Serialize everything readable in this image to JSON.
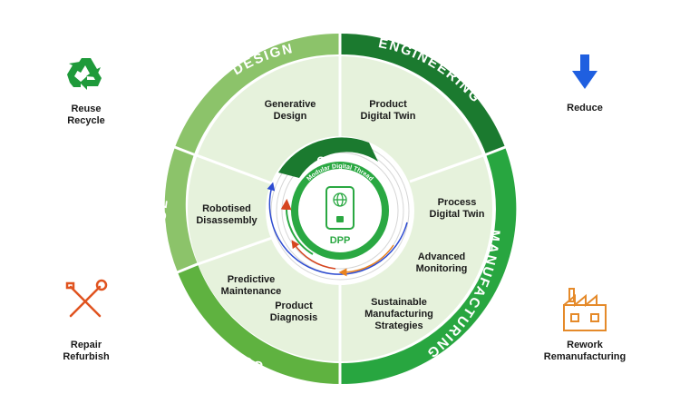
{
  "colors": {
    "design": "#8cc36a",
    "engineering": "#1b7a2f",
    "manufacturing": "#28a640",
    "use": "#5fb240",
    "eol": "#8cc36a",
    "segment_fill": "#e6f2dc",
    "inner_dark": "#1b7a2f",
    "inner_green": "#2aa842",
    "arrow_blue": "#2d4bd1",
    "arrow_orange": "#e8821e",
    "arrow_red": "#d6451f",
    "recycle_green": "#1e9a3a",
    "reduce_blue": "#1f5fe0",
    "tool_orange": "#e0531f",
    "factory_orange": "#e58a2a"
  },
  "ring": {
    "design": "DESIGN",
    "engineering": "ENGINEERING",
    "manufacturing": "MANUFACTURING",
    "use": "USE",
    "eol": "EOL"
  },
  "segments": {
    "generative_design": "Generative\nDesign",
    "product_digital_twin": "Product\nDigital Twin",
    "process_digital_twin": "Process\nDigital Twin",
    "advanced_monitoring": "Advanced\nMonitoring",
    "sustainable_manufacturing": "Sustainable\nManufacturing\nStrategies",
    "product_diagnosis": "Product\nDiagnosis",
    "predictive_maintenance": "Predictive\nMaintenance",
    "robotised_disassembly": "Robotised\nDisassembly"
  },
  "center": {
    "ce_dss": "CE-DSS",
    "thread": "Modular Digital Thread",
    "dpp": "DPP"
  },
  "corners": {
    "reuse": {
      "label": "Reuse\nRecycle",
      "icon": "recycle-icon"
    },
    "reduce": {
      "label": "Reduce",
      "icon": "arrow-down-icon"
    },
    "repair": {
      "label": "Repair\nRefurbish",
      "icon": "tools-icon"
    },
    "rework": {
      "label": "Rework\nRemanufacturing",
      "icon": "factory-icon"
    }
  }
}
